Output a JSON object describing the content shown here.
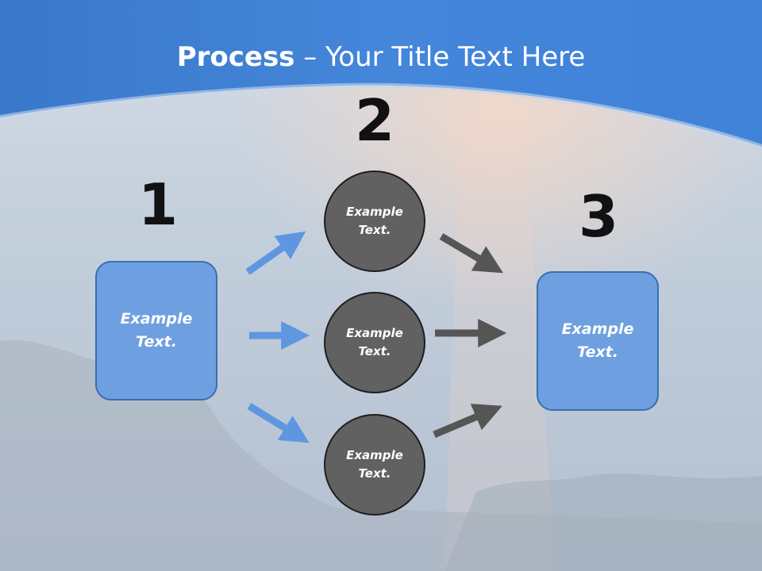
{
  "slide": {
    "title_bold": "Process",
    "title_rest": " – Your Title Text Here"
  },
  "steps": [
    {
      "number": "1"
    },
    {
      "number": "2"
    },
    {
      "number": "3"
    }
  ],
  "start_box": {
    "line1": "Example",
    "line2": "Text."
  },
  "circles": [
    {
      "line1": "Example",
      "line2": "Text."
    },
    {
      "line1": "Example",
      "line2": "Text."
    },
    {
      "line1": "Example",
      "line2": "Text."
    }
  ],
  "end_box": {
    "line1": "Example",
    "line2": "Text."
  },
  "colors": {
    "header_blue": "#3d7fd6",
    "box_fill": "#6e9fe0",
    "circle_fill": "#616161",
    "arrow_blue": "#5e97e0",
    "arrow_gray": "#555555"
  }
}
